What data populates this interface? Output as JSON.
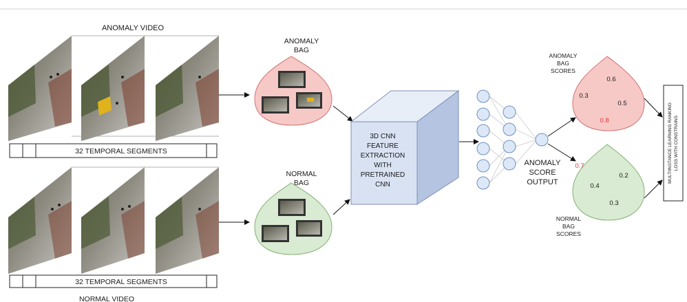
{
  "labels": {
    "anomaly_video": "ANOMALY VIDEO",
    "normal_video": "NORMAL VIDEO",
    "segments_top": "32 TEMPORAL SEGMENTS",
    "segments_bottom": "32 TEMPORAL SEGMENTS",
    "anomaly_bag_1": "ANOMALY",
    "anomaly_bag_2": "BAG",
    "normal_bag_1": "NORMAL",
    "normal_bag_2": "BAG",
    "cnn_1": "3D CNN",
    "cnn_2": "FEATURE",
    "cnn_3": "EXTRACTION",
    "cnn_4": "WITH",
    "cnn_5": "PRETRAINED",
    "cnn_6": "CNN",
    "score_out_1": "ANOMALY",
    "score_out_2": "SCORE",
    "score_out_3": "OUTPUT",
    "abs_1": "ANOMALY",
    "abs_2": "BAG",
    "abs_3": "SCORES",
    "nbs_1": "NORMAL",
    "nbs_2": "BAG",
    "nbs_3": "SCORES",
    "mil_1": "MULTIINSTANCE LEARNING RANKING",
    "mil_2": "LOSS WITH CONSTRAINS"
  },
  "anomaly_scores": [
    "0.6",
    "0.3",
    "0.5",
    "0.8"
  ],
  "normal_scores": [
    "0.7",
    "0.2",
    "0.4",
    "0.3"
  ],
  "colors": {
    "anomaly_bag_fill": "#f6c9c7",
    "anomaly_bag_stroke": "#d47a78",
    "normal_bag_fill": "#d9ebd2",
    "normal_bag_stroke": "#8cb57f",
    "cnn_front": "#d8e2f2",
    "cnn_side": "#b5c4e0",
    "cnn_top": "#e8eef8",
    "node_fill": "#dce8f7",
    "node_stroke": "#6f8fbd",
    "highlight_score": "#e0353a"
  }
}
